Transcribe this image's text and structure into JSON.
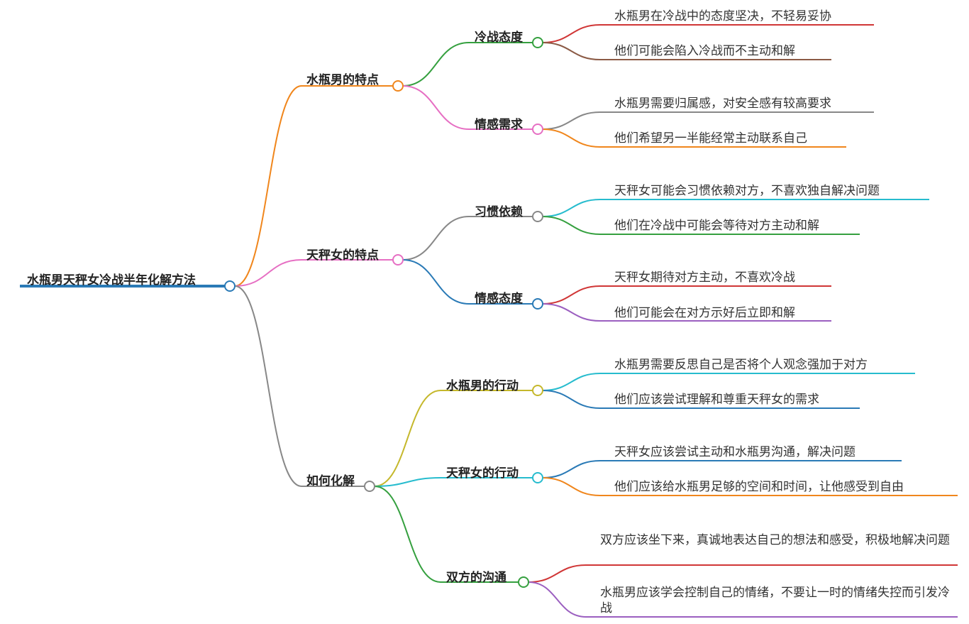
{
  "root": {
    "label": "水瓶男天秤女冷战半年化解方法",
    "color": "#2a7ab6"
  },
  "branches": [
    {
      "label": "水瓶男的特点",
      "color": "#f0861c",
      "children": [
        {
          "label": "冷战态度",
          "color": "#35a03f",
          "leaves": [
            {
              "text": "水瓶男在冷战中的态度坚决，不轻易妥协",
              "color": "#d03636"
            },
            {
              "text": "他们可能会陷入冷战而不主动和解",
              "color": "#8b5a45"
            }
          ]
        },
        {
          "label": "情感需求",
          "color": "#e66fc3",
          "leaves": [
            {
              "text": "水瓶男需要归属感，对安全感有较高要求",
              "color": "#888888"
            },
            {
              "text": "他们希望另一半能经常主动联系自己",
              "color": "#f0861c"
            }
          ]
        }
      ]
    },
    {
      "label": "天秤女的特点",
      "color": "#e66fc3",
      "children": [
        {
          "label": "习惯依赖",
          "color": "#888888",
          "leaves": [
            {
              "text": "天秤女可能会习惯依赖对方，不喜欢独自解决问题",
              "color": "#27bcce"
            },
            {
              "text": "他们在冷战中可能会等待对方主动和解",
              "color": "#35a03f"
            }
          ]
        },
        {
          "label": "情感态度",
          "color": "#2a7ab6",
          "leaves": [
            {
              "text": "天秤女期待对方主动，不喜欢冷战",
              "color": "#d03636"
            },
            {
              "text": "他们可能会在对方示好后立即和解",
              "color": "#9b5fc0"
            }
          ]
        }
      ]
    },
    {
      "label": "如何化解",
      "color": "#888888",
      "children": [
        {
          "label": "水瓶男的行动",
          "color": "#c5b82c",
          "leaves": [
            {
              "text": "水瓶男需要反思自己是否将个人观念强加于对方",
              "color": "#27bcce"
            },
            {
              "text": "他们应该尝试理解和尊重天秤女的需求",
              "color": "#2a7ab6"
            }
          ]
        },
        {
          "label": "天秤女的行动",
          "color": "#27bcce",
          "leaves": [
            {
              "text": "天秤女应该尝试主动和水瓶男沟通，解决问题",
              "color": "#2a7ab6"
            },
            {
              "text": "他们应该给水瓶男足够的空间和时间，让他感受到自由",
              "color": "#f0861c"
            }
          ]
        },
        {
          "label": "双方的沟通",
          "color": "#35a03f",
          "leaves": [
            {
              "text": "双方应该坐下来，真诚地表达自己的想法和感受，积极地解决问题",
              "color": "#d03636"
            },
            {
              "text": "水瓶男应该学会控制自己的情绪，不要让一时的情绪失控而引发冷战",
              "color": "#9b5fc0"
            }
          ]
        }
      ]
    }
  ]
}
